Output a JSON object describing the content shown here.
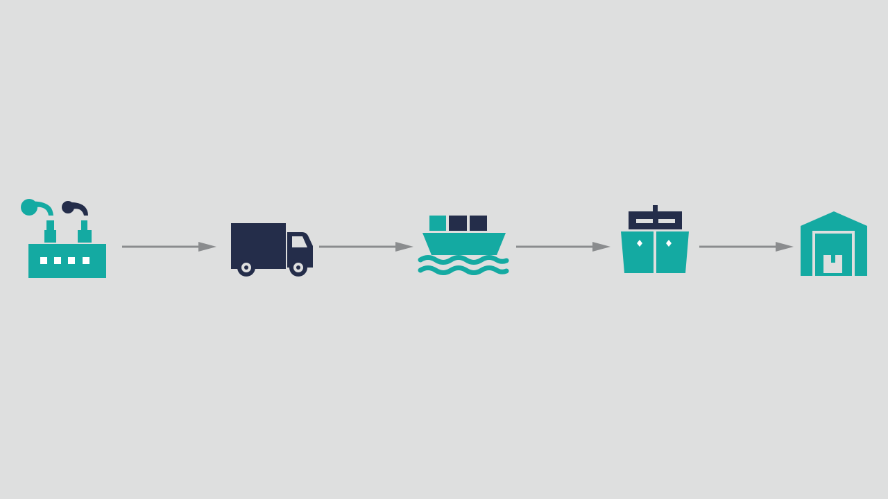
{
  "colors": {
    "background": "#dedfdf",
    "teal": "#14aaa2",
    "navy": "#242d4a",
    "arrow": "#8a8c8e"
  },
  "flow": {
    "steps": [
      {
        "id": "factory",
        "icon": "factory-icon"
      },
      {
        "id": "truck",
        "icon": "truck-icon"
      },
      {
        "id": "cargo-ship",
        "icon": "cargo-ship-icon"
      },
      {
        "id": "ship-front",
        "icon": "ship-front-icon"
      },
      {
        "id": "warehouse",
        "icon": "warehouse-icon"
      }
    ],
    "connectors": [
      {
        "from": "factory",
        "to": "truck"
      },
      {
        "from": "truck",
        "to": "cargo-ship"
      },
      {
        "from": "cargo-ship",
        "to": "ship-front"
      },
      {
        "from": "ship-front",
        "to": "warehouse"
      }
    ]
  }
}
